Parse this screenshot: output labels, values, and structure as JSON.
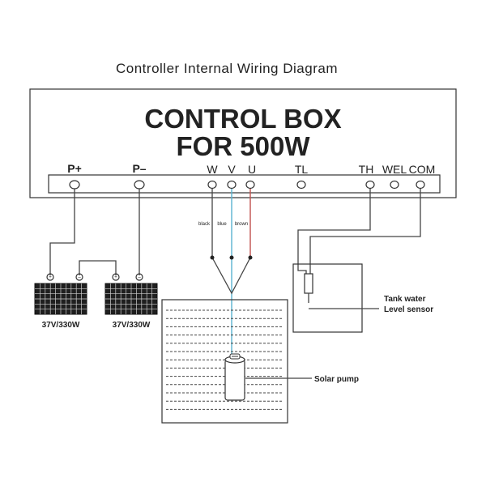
{
  "diagram": {
    "title": "Controller Internal Wiring Diagram",
    "box_line1": "CONTROL BOX",
    "box_line2": "FOR 500W",
    "terminals": {
      "p_plus": "P+",
      "p_minus": "P–",
      "w": "W",
      "v": "V",
      "u": "U",
      "tl": "TL",
      "th": "TH",
      "wel": "WEL",
      "com": "COM"
    },
    "wire_labels": {
      "black": "black",
      "blue": "blue",
      "brown": "brown"
    },
    "panels": [
      {
        "rating": "37V/330W"
      },
      {
        "rating": "37V/330W"
      }
    ],
    "polarity": {
      "plus": "+",
      "minus": "–"
    },
    "sensor_label_line1": "Tank water",
    "sensor_label_line2": "Level sensor",
    "pump_label": "Solar pump",
    "colors": {
      "line": "#333333",
      "blue_wire": "#5ab3d0",
      "brown_wire": "#c0504d",
      "panel_fill": "#1f1f1f"
    }
  }
}
